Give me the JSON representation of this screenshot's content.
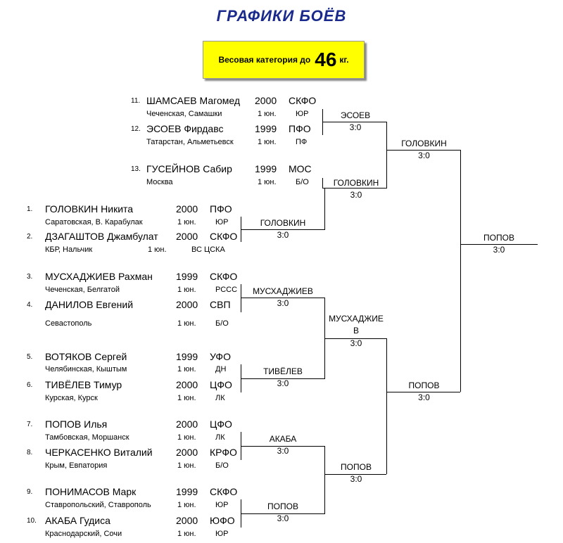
{
  "title": "ГРАФИКИ БОЁВ",
  "weight": {
    "label": "Весовая категория до",
    "value": "46",
    "unit": "кг."
  },
  "athletes": [
    {
      "n": "11.",
      "name": "ШАМСАЕВ Магомед",
      "year": "2000",
      "fed": "СКФО",
      "region": "Чеченская, Самашки",
      "rank": "1 юн.",
      "club": "ЮР"
    },
    {
      "n": "12.",
      "name": "ЭСОЕВ Фирдавс",
      "year": "1999",
      "fed": "ПФО",
      "region": "Татарстан, Альметьевск",
      "rank": "1 юн.",
      "club": "ПФ"
    },
    {
      "n": "13.",
      "name": "ГУСЕЙНОВ Сабир",
      "year": "1999",
      "fed": "МОС",
      "region": "Москва",
      "rank": "1 юн.",
      "club": "Б/О"
    },
    {
      "n": "1.",
      "name": "ГОЛОВКИН Никита",
      "year": "2000",
      "fed": "ПФО",
      "region": "Саратовская, В. Карабулак",
      "rank": "1 юн.",
      "club": "ЮР"
    },
    {
      "n": "2.",
      "name": "ДЗАГАШТОВ Джамбулат",
      "year": "2000",
      "fed": "СКФО",
      "region": "КБР, Нальчик",
      "rank": "1 юн.",
      "club": "ВС ЦСКА"
    },
    {
      "n": "3.",
      "name": "МУСХАДЖИЕВ Рахман",
      "year": "1999",
      "fed": "СКФО",
      "region": "Чеченская, Белгатой",
      "rank": "1 юн.",
      "club": "РССС"
    },
    {
      "n": "4.",
      "name": "ДАНИЛОВ Евгений",
      "year": "2000",
      "fed": "СВП",
      "region": "Севастополь",
      "rank": "1 юн.",
      "club": "Б/О"
    },
    {
      "n": "5.",
      "name": "ВОТЯКОВ Сергей",
      "year": "1999",
      "fed": "УФО",
      "region": "Челябинская, Кыштым",
      "rank": "1 юн.",
      "club": "ДН"
    },
    {
      "n": "6.",
      "name": "ТИВЁЛЕВ Тимур",
      "year": "2000",
      "fed": "ЦФО",
      "region": "Курская, Курск",
      "rank": "1 юн.",
      "club": "ЛК"
    },
    {
      "n": "7.",
      "name": "ПОПОВ Илья",
      "year": "2000",
      "fed": "ЦФО",
      "region": "Тамбовская, Моршанск",
      "rank": "1 юн.",
      "club": "ЛК"
    },
    {
      "n": "8.",
      "name": "ЧЕРКАСЕНКО Виталий",
      "year": "2000",
      "fed": "КРФО",
      "region": "Крым, Евпатория",
      "rank": "1 юн.",
      "club": "Б/О"
    },
    {
      "n": "9.",
      "name": "ПОНИМАСОВ Марк",
      "year": "1999",
      "fed": "СКФО",
      "region": "Ставропольский, Ставрополь",
      "rank": "1 юн.",
      "club": "ЮР"
    },
    {
      "n": "10.",
      "name": "АКАБА Гудиса",
      "year": "2000",
      "fed": "ЮФО",
      "region": "Краснодарский, Сочи",
      "rank": "1 юн.",
      "club": "ЮР"
    }
  ],
  "results": [
    {
      "winner": "ЭСОЕВ",
      "score": "3:0"
    },
    {
      "winner": "ГОЛОВКИН",
      "score": "3:0"
    },
    {
      "winner": "ГОЛОВКИН",
      "score": "3:0"
    },
    {
      "winner": "ГОЛОВКИН",
      "score": "3:0"
    },
    {
      "winner": "ПОПОВ",
      "score": "3:0"
    },
    {
      "winner": "МУСХАДЖИЕВ",
      "score": "3:0"
    },
    {
      "winner": "ТИВЁЛЕВ",
      "score": "3:0"
    },
    {
      "winner": "МУСХАДЖИЕ",
      "winner2": "В",
      "score": "3:0"
    },
    {
      "winner": "ПОПОВ",
      "score": "3:0"
    },
    {
      "winner": "АКАБА",
      "score": "3:0"
    },
    {
      "winner": "ПОПОВ",
      "score": "3:0"
    },
    {
      "winner": "ПОПОВ",
      "score": "3:0"
    }
  ]
}
